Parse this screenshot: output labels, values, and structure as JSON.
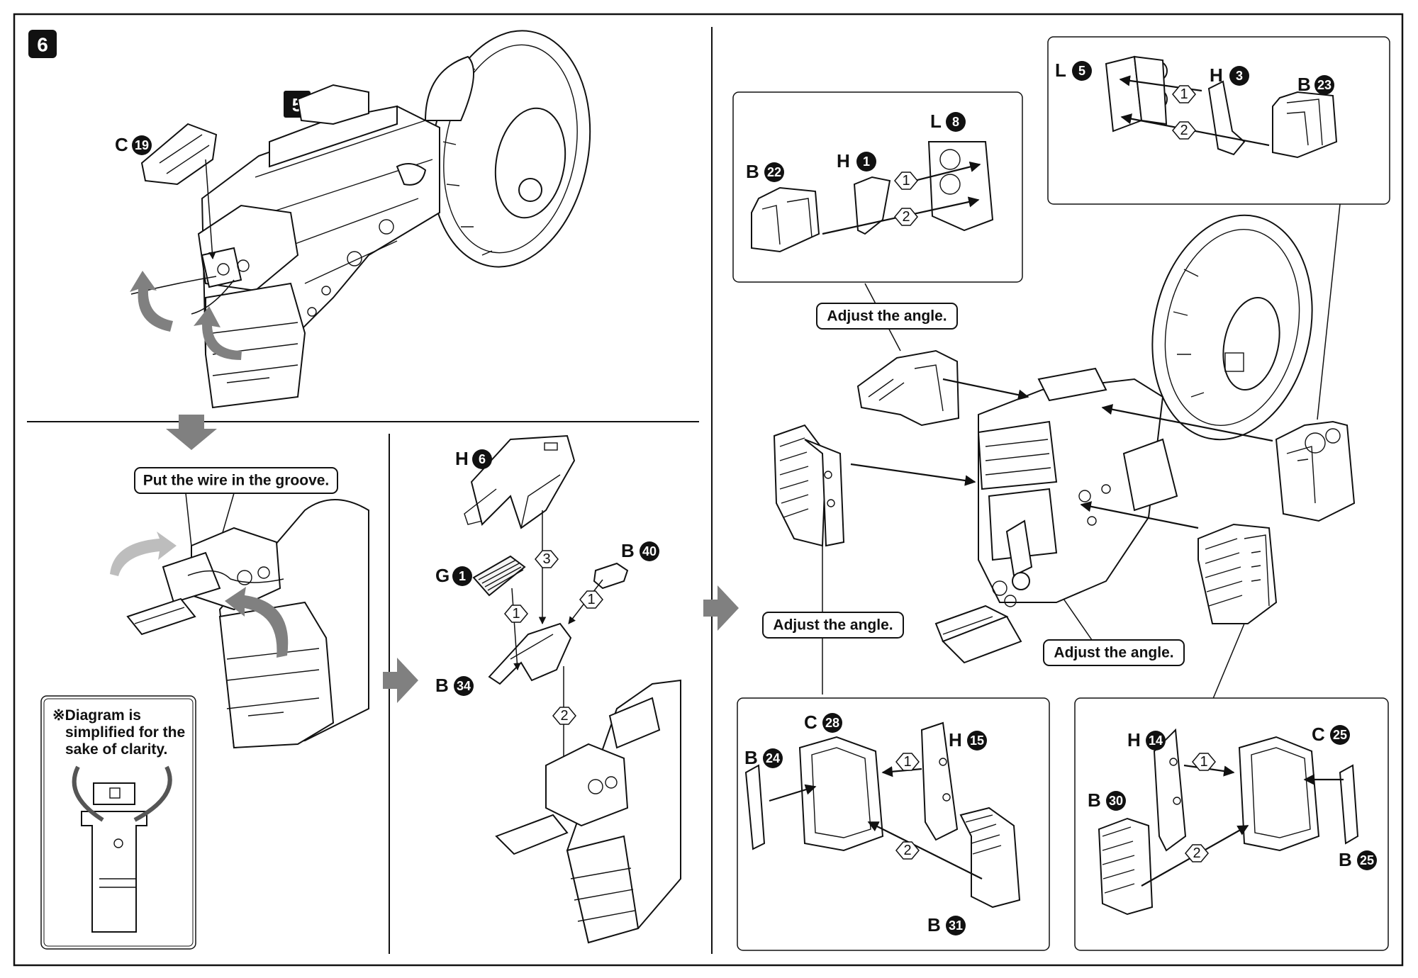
{
  "step_number": "6",
  "sub_step": "5",
  "part_labels": {
    "top_left": [
      {
        "id": "C19",
        "letter": "C",
        "num": "19"
      }
    ],
    "bottom_middle": [
      {
        "id": "H6",
        "letter": "H",
        "num": "6"
      },
      {
        "id": "G1",
        "letter": "G",
        "num": "1"
      },
      {
        "id": "B40",
        "letter": "B",
        "num": "40"
      },
      {
        "id": "B34",
        "letter": "B",
        "num": "34"
      }
    ],
    "box_top_left": [
      {
        "id": "B22",
        "letter": "B",
        "num": "22"
      },
      {
        "id": "H1",
        "letter": "H",
        "num": "1"
      },
      {
        "id": "L8",
        "letter": "L",
        "num": "8"
      }
    ],
    "box_top_right": [
      {
        "id": "L5",
        "letter": "L",
        "num": "5"
      },
      {
        "id": "H3",
        "letter": "H",
        "num": "3"
      },
      {
        "id": "B23",
        "letter": "B",
        "num": "23"
      }
    ],
    "box_bottom_left": [
      {
        "id": "C28",
        "letter": "C",
        "num": "28"
      },
      {
        "id": "H15",
        "letter": "H",
        "num": "15"
      },
      {
        "id": "B24",
        "letter": "B",
        "num": "24"
      },
      {
        "id": "B31",
        "letter": "B",
        "num": "31"
      }
    ],
    "box_bottom_right": [
      {
        "id": "H14",
        "letter": "H",
        "num": "14"
      },
      {
        "id": "C25",
        "letter": "C",
        "num": "25"
      },
      {
        "id": "B30",
        "letter": "B",
        "num": "30"
      },
      {
        "id": "B25",
        "letter": "B",
        "num": "25"
      }
    ]
  },
  "step_markers": {
    "one": "1",
    "two": "2",
    "three": "3"
  },
  "callouts": {
    "groove": "Put the wire in the groove.",
    "adjust_angle": "Adjust the angle."
  },
  "note_lines": [
    "※Diagram is",
    "simplified for the",
    "sake of clarity."
  ],
  "colors": {
    "line": "#111111",
    "arrow_gray": "#808080",
    "background": "#ffffff"
  }
}
